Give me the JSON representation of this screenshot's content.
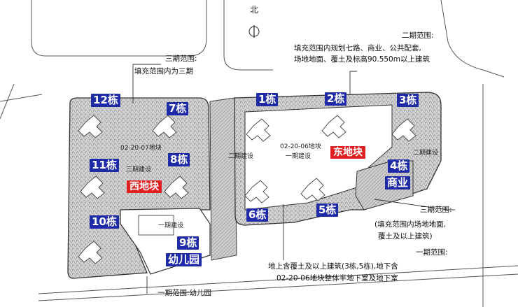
{
  "north_label": "北",
  "phase_notes": {
    "phase2_title": "二期范围:",
    "phase2_line1": "填充范围内规划七路、商业、公共配套,",
    "phase2_line2": "场地地面、覆土及标高90.550m以上建筑",
    "phase3_west_title": "三期范围:",
    "phase3_west_line1": "填充范围内为三期",
    "phase3_east_title": "三期范围:",
    "phase3_east_line1": "(填充范围内场地地面,",
    "phase3_east_line2": "覆土及以上建筑)",
    "phase1_title": "一期范围:",
    "phase1_line1": "地上含覆土及以上建筑(3栋,5栋),地下含",
    "phase1_line2": "02-20-06地块整体半地下室及地下室",
    "kindergarten_note": "一期范围:幼儿园"
  },
  "buildings": {
    "b12": "12栋",
    "b7": "7栋",
    "b11": "11栋",
    "b8": "8栋",
    "b10": "10栋",
    "b9": "9栋",
    "b9_sub": "幼儿园",
    "b1": "1栋",
    "b2": "2栋",
    "b3": "3栋",
    "b4": "4栋",
    "b4_sub": "商业",
    "b5": "5栋",
    "b6": "6栋"
  },
  "plots": {
    "west_name": "西地块",
    "east_name": "东地块",
    "west_code": "02-20-07地块",
    "east_code": "02-20-06地块",
    "phase3_build": "三期建设",
    "phase1_build_east": "一期建设",
    "phase1_build_kg": "一期建设",
    "phase2_build_left": "二期建设",
    "phase2_build_right": "二期建设"
  },
  "colors": {
    "blue_tag": "#1f2aa6",
    "red_tag": "#e02020",
    "fill_gray": "#c9c9c9",
    "line": "#333333"
  }
}
